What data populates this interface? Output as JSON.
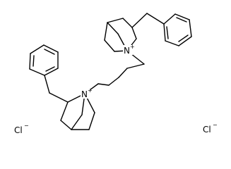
{
  "molecule": {
    "atoms": {
      "n_top": "N",
      "n_bottom": "N",
      "counterion_left": "Cl",
      "counterion_right": "Cl"
    },
    "charges": {
      "n_top": "+",
      "n_bottom": "+",
      "counterion_left": "−",
      "counterion_right": "−"
    }
  }
}
